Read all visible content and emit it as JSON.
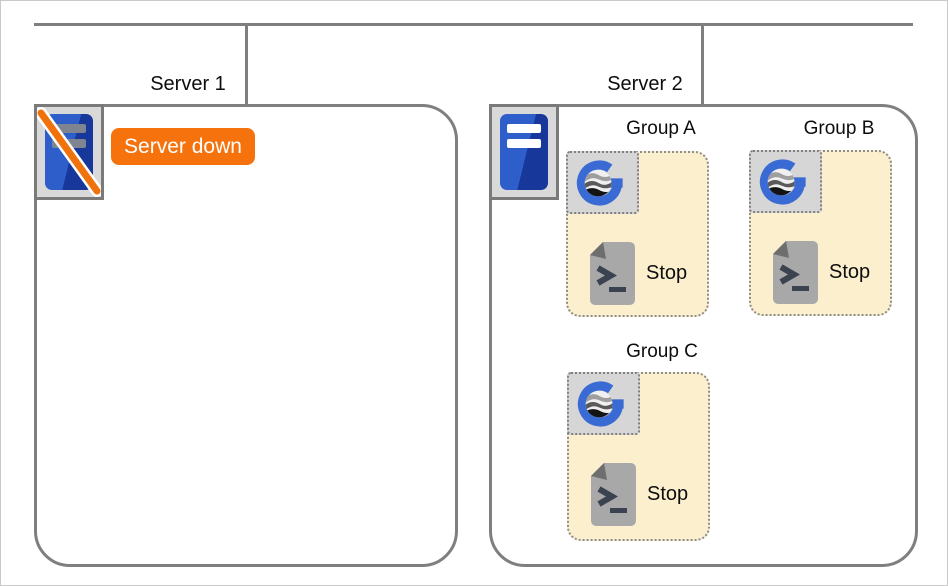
{
  "diagram": {
    "servers": [
      {
        "label": "Server 1",
        "status": "down",
        "status_badge": "Server down",
        "groups": []
      },
      {
        "label": "Server 2",
        "status": "up",
        "groups": [
          {
            "label": "Group A",
            "script_label": "Stop"
          },
          {
            "label": "Group B",
            "script_label": "Stop"
          },
          {
            "label": "Group C",
            "script_label": "Stop"
          }
        ]
      }
    ],
    "icons": {
      "server_down": "server-tower-slash-icon",
      "server_up": "server-tower-icon",
      "group_app": "g-globe-logo-icon",
      "script": "terminal-script-icon"
    },
    "colors": {
      "connector_gray": "#7F7F7F",
      "box_border_gray": "#7F7F7F",
      "group_fill_cream": "#FBEFCE",
      "icon_tile_gray": "#D6D6D6",
      "server_blue": "#2E5EC9",
      "server_blue_dark": "#17379B",
      "alert_orange": "#F5720D",
      "logo_blue": "#3A6BD4"
    }
  }
}
